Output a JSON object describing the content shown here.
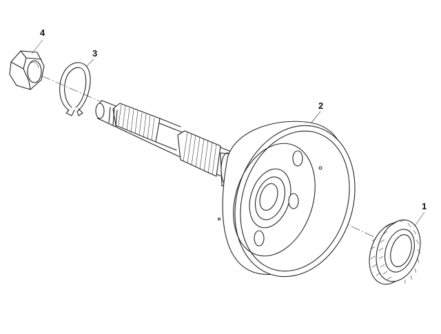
{
  "diagram": {
    "callouts": [
      {
        "id": "part-1",
        "label": "1"
      },
      {
        "id": "part-2",
        "label": "2"
      },
      {
        "id": "part-3",
        "label": "3"
      },
      {
        "id": "part-4",
        "label": "4"
      }
    ],
    "colors": {
      "line": "#222222",
      "background": "#ffffff"
    }
  }
}
